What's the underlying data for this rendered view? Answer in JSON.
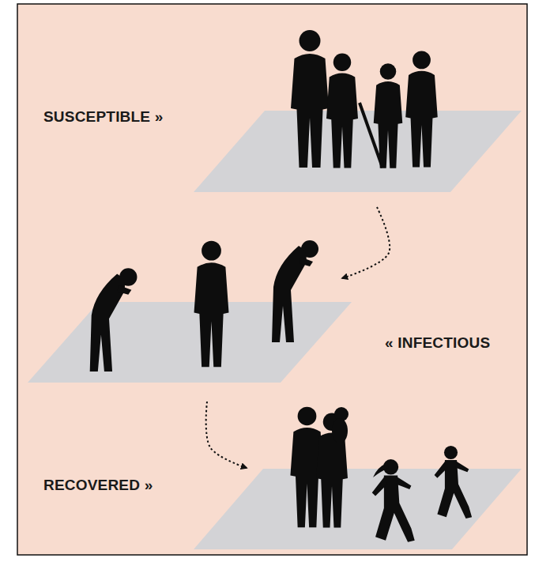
{
  "diagram": {
    "nodes": [
      {
        "text": [
          "SUSCEPTIBLE »"
        ]
      },
      {
        "text": [
          "« INFECTIOUS"
        ]
      },
      {
        "text": [
          "RECOVERED »"
        ]
      }
    ],
    "edges": [
      {
        "from": 0,
        "to": 1,
        "arrow": "to"
      },
      {
        "from": 1,
        "to": 2,
        "arrow": "to"
      }
    ]
  }
}
